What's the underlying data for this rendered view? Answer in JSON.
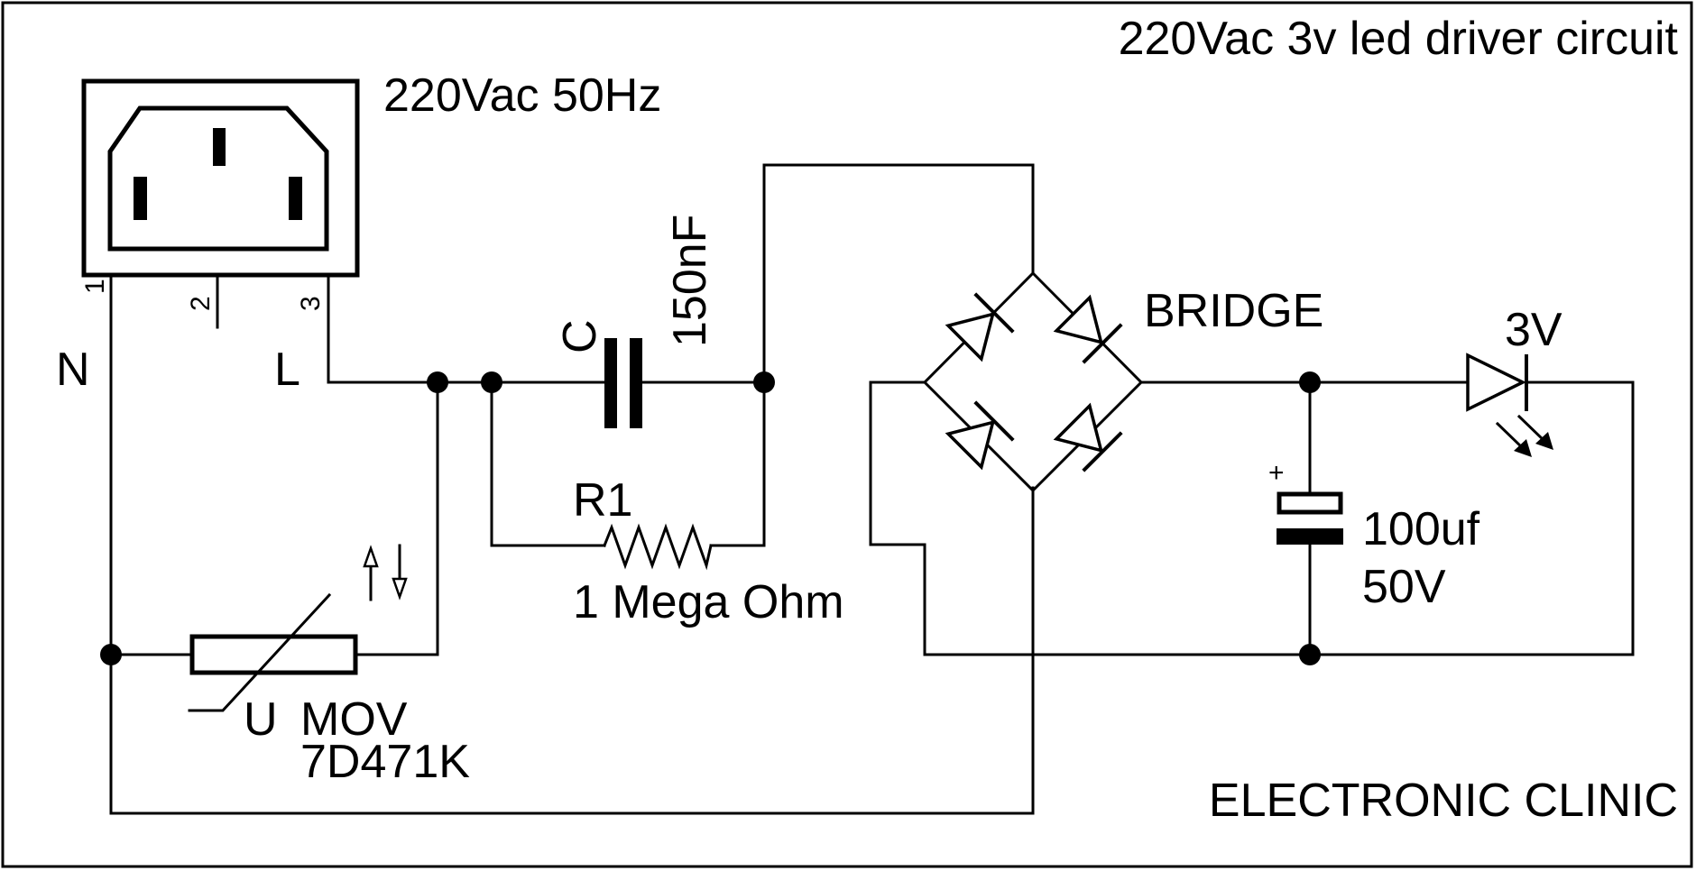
{
  "title": "220Vac 3v led driver circuit",
  "brand": "ELECTRONIC CLINIC",
  "socket": {
    "label": "220Vac 50Hz",
    "pins": [
      "1",
      "2",
      "3"
    ],
    "neutral": "N",
    "live": "L"
  },
  "capacitor": {
    "name": "C",
    "value": "150nF"
  },
  "resistor": {
    "name": "R1",
    "value": "1 Mega Ohm"
  },
  "varistor": {
    "name": "MOV",
    "part": "7D471K",
    "symbol": "U"
  },
  "bridge": {
    "name": "BRIDGE"
  },
  "filter_capacitor": {
    "polarity": "+",
    "value": "100uf",
    "voltage": "50V"
  },
  "led": {
    "name": "3V"
  }
}
